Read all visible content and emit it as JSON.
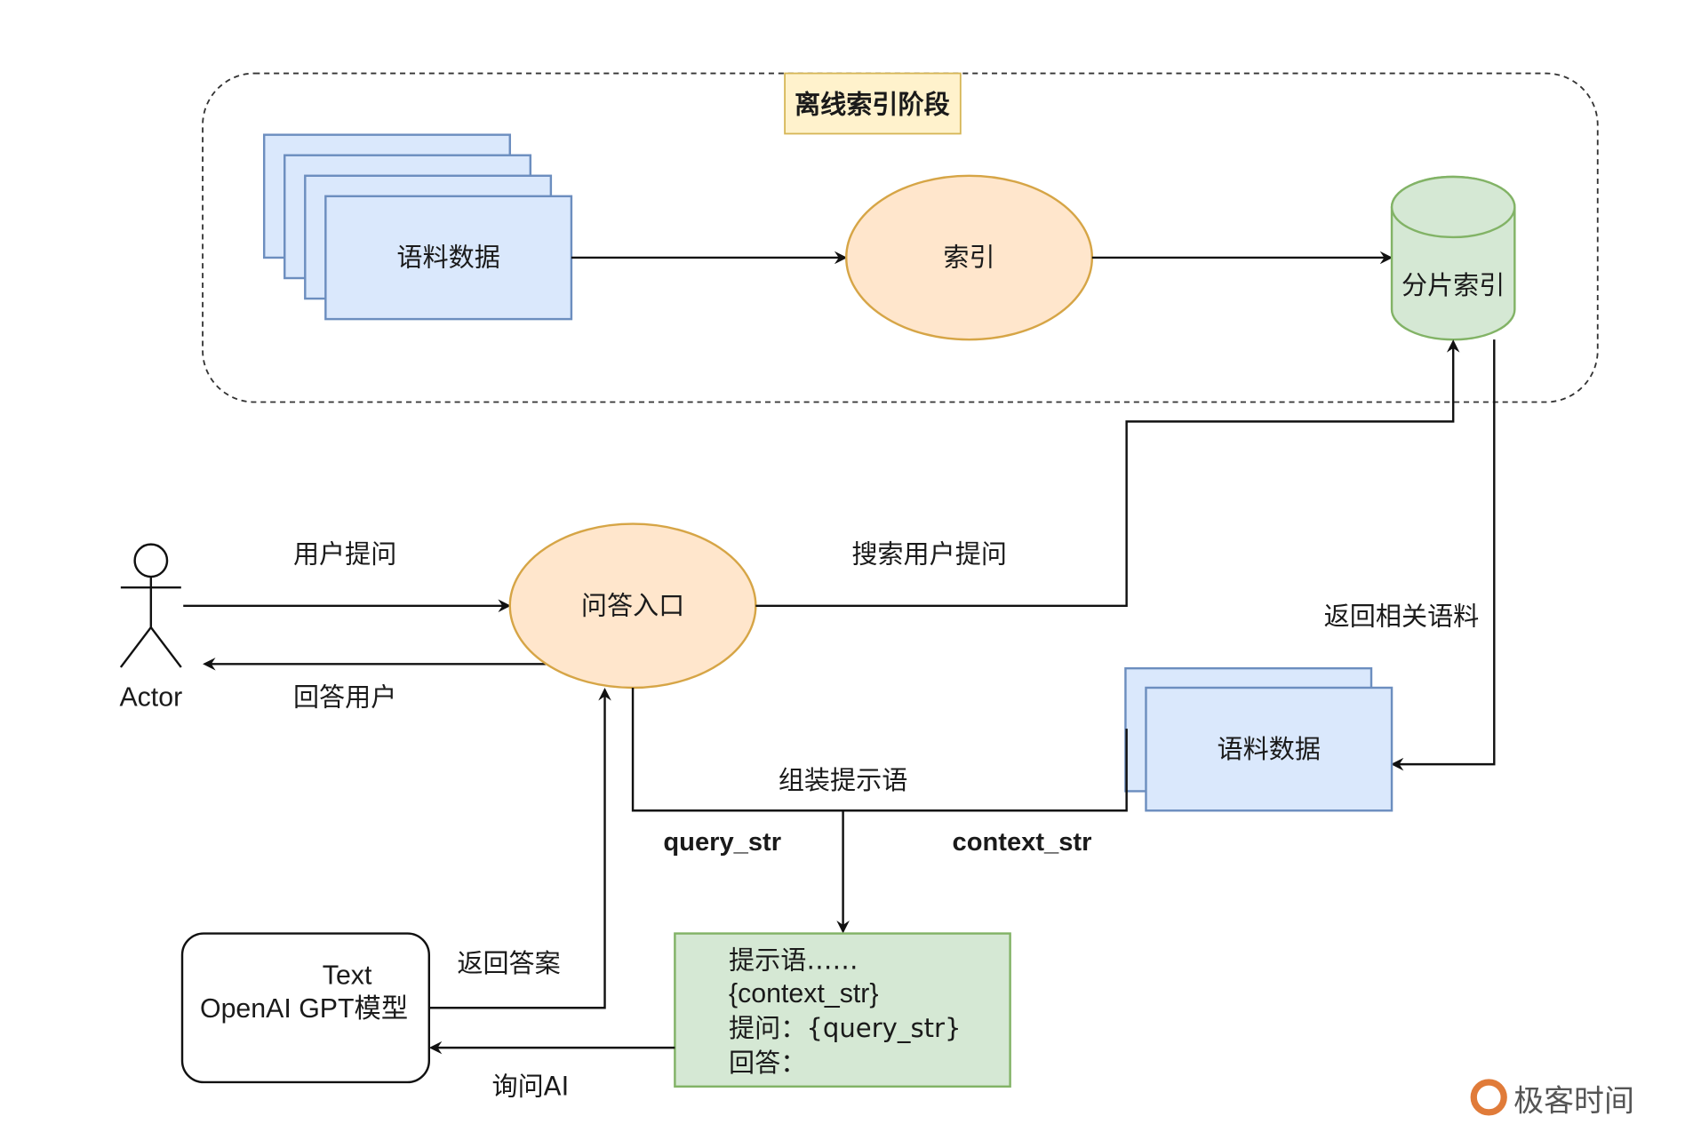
{
  "diagram": {
    "group": {
      "title": "离线索引阶段"
    },
    "nodes": {
      "corpus_top": "语料数据",
      "index": "索引",
      "shard_index": "分片索引",
      "actor": "Actor",
      "qa_entry": "问答入口",
      "corpus_mid": "语料数据",
      "gpt_line1": "Text",
      "gpt_line2": "OpenAI GPT模型",
      "prompt_lines": [
        "提示语……",
        "{context_str}",
        "提问：{query_str}",
        "回答："
      ]
    },
    "edges": {
      "user_question": "用户提问",
      "answer_user": "回答用户",
      "search_question": "搜索用户提问",
      "return_corpus": "返回相关语料",
      "assemble_prompt": "组装提示语",
      "query_str": "query_str",
      "context_str": "context_str",
      "return_answer": "返回答案",
      "ask_ai": "询问AI"
    },
    "colors": {
      "blue_fill": "#dae8fc",
      "blue_stroke": "#6c8ebf",
      "orange_fill": "#ffe6cc",
      "orange_stroke": "#d6a546",
      "green_fill": "#d5e8d4",
      "green_stroke": "#82b366",
      "note_fill": "#fff2cc",
      "note_stroke": "#d6b656"
    }
  },
  "watermark": {
    "text": "极客时间"
  }
}
